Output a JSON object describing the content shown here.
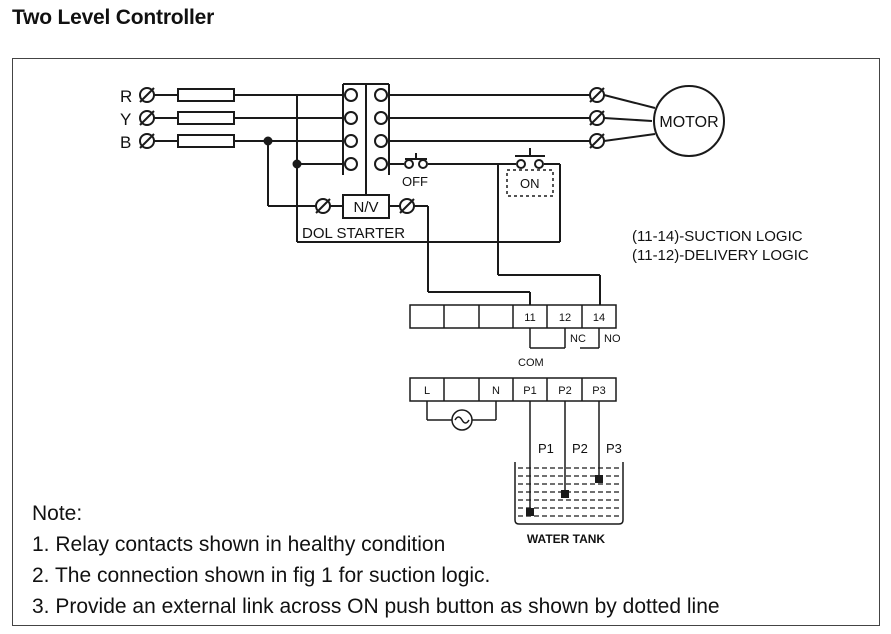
{
  "title": "Two Level Controller",
  "phases": [
    "R",
    "Y",
    "B"
  ],
  "motor_label": "MOTOR",
  "starter": {
    "coil_label": "N/V",
    "name": "DOL STARTER",
    "off_label": "OFF",
    "on_label": "ON"
  },
  "logic_legend": [
    "(11-14)-SUCTION LOGIC",
    "(11-12)-DELIVERY LOGIC"
  ],
  "relay_terminals": [
    "",
    "",
    "",
    "11",
    "12",
    "14"
  ],
  "contact_labels": {
    "com": "COM",
    "nc": "NC",
    "no": "NO"
  },
  "probe_terminals": [
    "L",
    "",
    "N",
    "P1",
    "P2",
    "P3"
  ],
  "probe_labels": [
    "P1",
    "P2",
    "P3"
  ],
  "tank_label": "WATER TANK",
  "notes": {
    "heading": "Note:",
    "items": [
      "1. Relay contacts shown in healthy condition",
      "2. The connection shown in fig 1 for suction logic.",
      "3. Provide an external link across ON push button as shown by dotted line"
    ]
  }
}
